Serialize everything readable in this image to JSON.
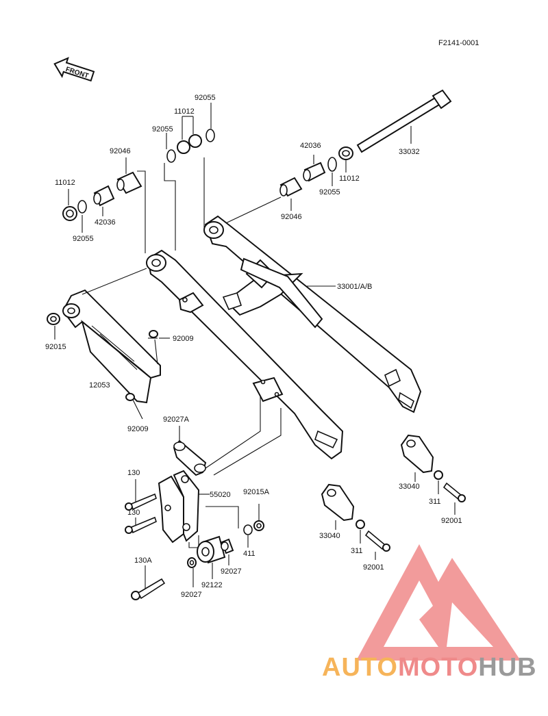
{
  "diagram": {
    "figure_code": "F2141-0001",
    "front_label": "FRONT",
    "labels": {
      "p33032": "33032",
      "p42036_r": "42036",
      "p11012_r": "11012",
      "p92055_r": "92055",
      "p92046_r": "92046",
      "p92055_t": "92055",
      "p11012_t": "11012",
      "p92055_tl": "92055",
      "p92046_l": "92046",
      "p11012_l": "11012",
      "p42036_l": "42036",
      "p92055_l": "92055",
      "p33001": "33001/A/B",
      "p92015": "92015",
      "p92009_a": "92009",
      "p12053": "12053",
      "p92009_b": "92009",
      "p92027A": "92027A",
      "p130_a": "130",
      "p130_b": "130",
      "p55020": "55020",
      "p92015A": "92015A",
      "p411": "411",
      "p130A": "130A",
      "p92027_a": "92027",
      "p92122": "92122",
      "p92027_b": "92027",
      "p33040_r": "33040",
      "p311_r": "311",
      "p92001_r": "92001",
      "p33040_m": "33040",
      "p311_m": "311",
      "p92001_m": "92001"
    }
  },
  "watermark": {
    "part1": "AUTO",
    "part2": "MOTO",
    "part3": "HUB",
    "colors": {
      "auto": "#f6b45a",
      "moto": "#ef8a8a",
      "hub": "#9a9a9a",
      "triangle": "#f08a8a"
    }
  }
}
